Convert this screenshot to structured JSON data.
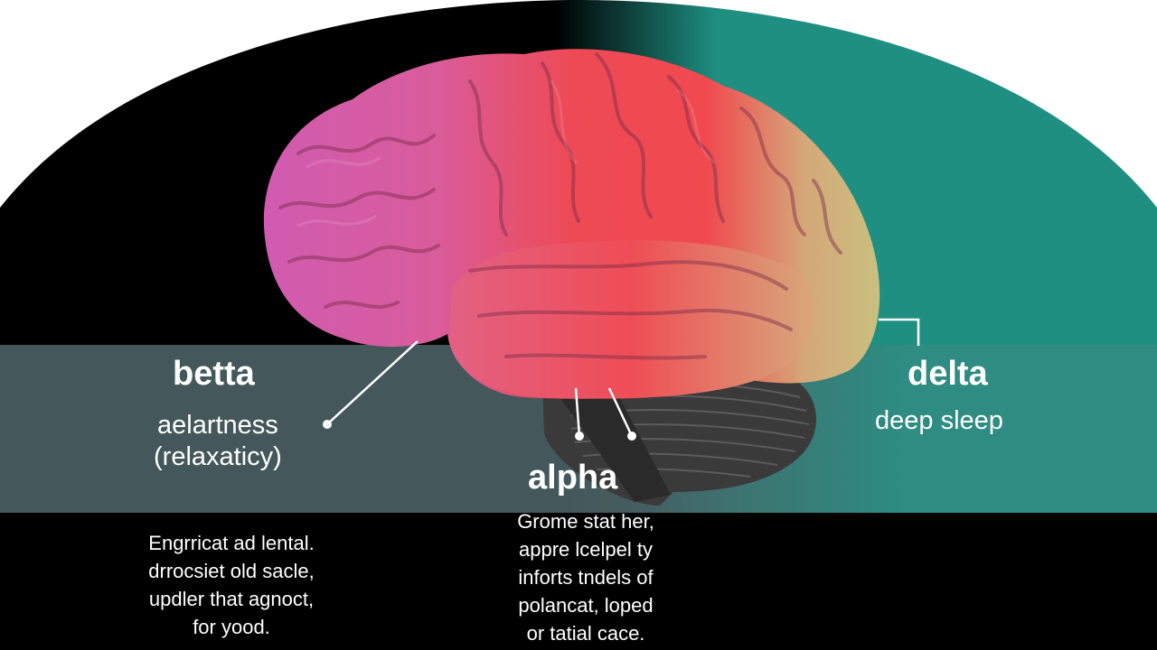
{
  "colors": {
    "background_left": "#000000",
    "background_right": "#1f8f82",
    "band": "#4a5f63",
    "brain_left": "#d05bb0",
    "brain_mid": "#ee4a55",
    "brain_right": "#cdbf7a",
    "cerebellum": "#3b3b3b",
    "text": "#ffffff"
  },
  "labels": {
    "betta": {
      "title": "betta",
      "line1": "aelartness",
      "line2": "(relaxaticy)"
    },
    "alpha": {
      "title": "alpha"
    },
    "delta": {
      "title": "delta",
      "line1": "deep sleep"
    }
  },
  "notes": {
    "left": [
      "Engrricat ad lental.",
      "drrocsiet old sacle,",
      "updler that agnoct,",
      "for yood."
    ],
    "center": [
      "Grome stat her,",
      "appre lcelpel ty",
      "inforts tndels of",
      "polancat, loped",
      "or tatial cace."
    ]
  }
}
